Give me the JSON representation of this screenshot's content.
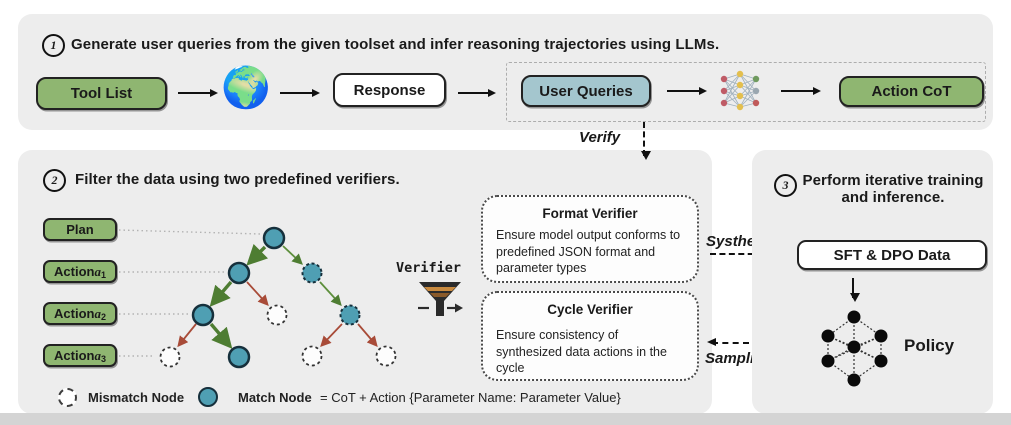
{
  "step1": {
    "number": "1",
    "title": "Generate user queries from the given toolset and infer reasoning trajectories using LLMs.",
    "boxes": {
      "tool_list": "Tool List",
      "response": "Response",
      "user_queries": "User Queries",
      "action_cot": "Action CoT"
    },
    "globe_icon": "🌍",
    "verify_label": "Verify"
  },
  "step2": {
    "number": "2",
    "title": "Filter the data using two predefined verifiers.",
    "tree_labels": [
      {
        "prefix": "Plan",
        "var": "",
        "sub": ""
      },
      {
        "prefix": "Action ",
        "var": "a",
        "sub": "1"
      },
      {
        "prefix": "Action ",
        "var": "a",
        "sub": "2"
      },
      {
        "prefix": "Action ",
        "var": "a",
        "sub": "3"
      }
    ],
    "verifier_label": "Verifier",
    "format_verifier": {
      "title": "Format Verifier",
      "body": "Ensure model output conforms to predefined JSON format and parameter types"
    },
    "cycle_verifier": {
      "title": "Cycle Verifier",
      "body": "Ensure consistency of synthesized data actions in the cycle"
    },
    "legend": {
      "mismatch_label": "Mismatch Node",
      "match_label": "Match Node",
      "match_formula": "= CoT  + Action {Parameter Name: Parameter Value}"
    }
  },
  "step3": {
    "number": "3",
    "title_line1": "Perform iterative training",
    "title_line2": "and inference.",
    "sft_dpo_box": "SFT & DPO Data",
    "policy_label": "Policy"
  },
  "flow_labels": {
    "synthesis": "Systhesis",
    "sampling": "Sampling"
  },
  "colors": {
    "panel_bg": "#ededed",
    "green_box": "#8fb671",
    "blue_box": "#a4c6ce",
    "match_node": "#4f9fb3",
    "edge_green": "#5d8f3c",
    "edge_red": "#a84b38",
    "funnel_orange": "#c98a3f"
  }
}
